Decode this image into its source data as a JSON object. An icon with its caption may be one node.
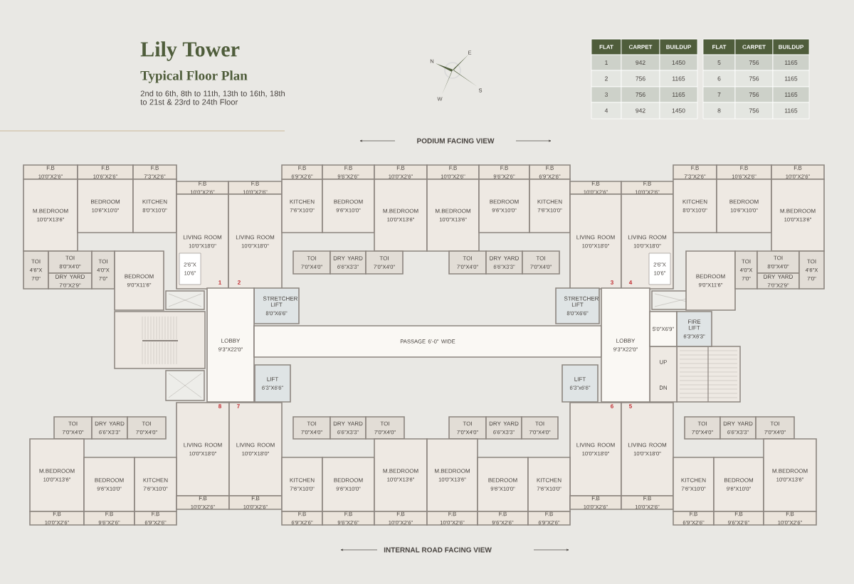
{
  "diagram": {
    "title": "Lily Tower",
    "nodes": [
      {
        "text": [
          "F.B",
          "10'0\"X2'6\""
        ]
      },
      {
        "text": [
          "F.B",
          "10'6\"X2'6\""
        ]
      },
      {
        "text": [
          "F.B",
          "7'3\"X2'6\""
        ]
      },
      {
        "text": [
          "M.BEDROOM",
          "10'0\"X13'6\""
        ]
      },
      {
        "text": [
          "BEDROOM",
          "10'6\"X10'0\""
        ]
      },
      {
        "text": [
          "KITCHEN",
          "8'0\"X10'0\""
        ]
      },
      {
        "text": [
          "F.B",
          "10'0\"X2'6\""
        ]
      },
      {
        "text": [
          "LIVING ROOM",
          "10'0\"X18'0\""
        ]
      },
      {
        "text": [
          "2'6\"X 10'6\""
        ],
        "in": 7
      },
      {
        "text": [
          "TOI",
          "4'6\"X 7'0\""
        ]
      },
      {
        "text": [
          "TOI",
          "8'0\"X4'0\""
        ]
      },
      {
        "text": [
          "DRY YARD",
          "7'0\"X2'9\""
        ]
      },
      {
        "text": [
          "TOI",
          "4'0\"X 7'0\""
        ]
      },
      {
        "text": [
          "BEDROOM",
          "9'0\"X11'6\""
        ]
      },
      {
        "text": [
          "F.B",
          "10'0\"X2'6\""
        ]
      },
      {
        "text": [
          "LIVING ROOM",
          "10'0\"X18'0\""
        ]
      },
      {
        "text": [
          "KITCHEN",
          "7'6\"X10'0\""
        ]
      },
      {
        "text": [
          "F.B",
          "6'9\"X2'6\""
        ]
      },
      {
        "text": [
          "F.B",
          "9'6\"X2'6\""
        ]
      },
      {
        "text": [
          "F.B",
          "10'0\"X2'6\""
        ]
      },
      {
        "text": [
          "BEDROOM",
          "9'6\"X10'0\""
        ]
      },
      {
        "text": [
          "M.BEDROOM",
          "10'0\"X13'6\""
        ]
      },
      {
        "text": [
          "TOI",
          "7'0\"X4'0\""
        ]
      },
      {
        "text": [
          "DRY YARD",
          "6'6\"X3'3\""
        ]
      },
      {
        "text": [
          "TOI",
          "7'0\"X4'0\""
        ]
      },
      {
        "text": [
          "F.B",
          "10'0\"X2'6\""
        ]
      },
      {
        "text": [
          "F.B",
          "9'6\"X2'6\""
        ]
      },
      {
        "text": [
          "F.B",
          "6'9\"X2'6\""
        ]
      },
      {
        "text": [
          "M.BEDROOM",
          "10'0\"X13'6\""
        ]
      },
      {
        "text": [
          "BEDROOM",
          "9'6\"X10'0\""
        ]
      },
      {
        "text": [
          "KITCHEN",
          "7'6\"X10'0\""
        ]
      },
      {
        "text": [
          "F.B",
          "10'0\"X2'6\""
        ]
      },
      {
        "text": [
          "LIVING ROOM",
          "10'0\"X18'0\""
        ]
      },
      {
        "text": [
          "TOI",
          "7'0\"X4'0\""
        ]
      },
      {
        "text": [
          "DRY YARD",
          "6'6\"X3'3\""
        ]
      },
      {
        "text": [
          "TOI",
          "7'0\"X4'0\""
        ]
      },
      {
        "text": [
          "F.B",
          "10'0\"X2'6\""
        ]
      },
      {
        "text": [
          "LIVING ROOM",
          "10'0\"X18'0\""
        ]
      },
      {
        "text": [
          "2'6\"X 10'6\""
        ],
        "in": 37
      },
      {
        "text": [
          "F.B",
          "7'3\"X2'6\""
        ]
      },
      {
        "text": [
          "F.B",
          "10'6\"X2'6\""
        ]
      },
      {
        "text": [
          "F.B",
          "10'0\"X2'6\""
        ]
      },
      {
        "text": [
          "KITCHEN",
          "8'0\"X10'0\""
        ]
      },
      {
        "text": [
          "BEDROOM",
          "10'6\"X10'0\""
        ]
      },
      {
        "text": [
          "M.BEDROOM",
          "10'0\"X13'6\""
        ]
      },
      {
        "text": [
          "BEDROOM",
          "9'0\"X11'6\""
        ]
      },
      {
        "text": [
          "TOI",
          "4'0\"X 7'0\""
        ]
      },
      {
        "text": [
          "TOI",
          "8'0\"X4'0\""
        ]
      },
      {
        "text": [
          "DRY YARD",
          "7'0\"X2'9\""
        ]
      },
      {
        "text": [
          "TOI",
          "4'6\"X 7'0\""
        ]
      },
      {
        "text": [
          "STRETCHER LIFT",
          "8'0\"X6'6\""
        ]
      },
      {
        "text": [
          "STRETCHER LIFT",
          "8'0\"X6'6\""
        ]
      },
      {
        "text": [
          "LOBBY",
          "9'3\"X22'0\""
        ]
      },
      {
        "text": [
          "PASSAGE 6'-0\" WIDE"
        ]
      },
      {
        "text": [
          "LOBBY",
          "9'3\"X22'0\""
        ]
      },
      {
        "text": [
          "5'0\"X6'9\""
        ]
      },
      {
        "text": [
          "FIRE LIFT",
          "6'3\"X6'3\""
        ]
      },
      {
        "text": [
          "LIFT",
          "6'3\"X6'6\""
        ]
      },
      {
        "text": [
          "LIFT",
          "6'3\"x6'6\""
        ]
      },
      {
        "text": [
          "TOI",
          "7'0\"X4'0\""
        ]
      },
      {
        "text": [
          "DRY YARD",
          "6'6\"X3'3\""
        ]
      },
      {
        "text": [
          "TOI",
          "7'0\"X4'0\""
        ]
      },
      {
        "text": [
          "LIVING ROOM",
          "10'0\"X18'0\""
        ]
      },
      {
        "text": [
          "M.BEDROOM",
          "10'0\"X13'6\""
        ]
      },
      {
        "text": [
          "BEDROOM",
          "9'6\"X10'0\""
        ]
      },
      {
        "text": [
          "KITCHEN",
          "7'6\"X10'0\""
        ]
      },
      {
        "text": [
          "F.B",
          "10'0\"X2'6\""
        ]
      },
      {
        "text": [
          "F.B",
          "10'0\"X2'6\""
        ]
      },
      {
        "text": [
          "F.B",
          "9'6\"X2'6\""
        ]
      },
      {
        "text": [
          "F.B",
          "6'9\"X2'6\""
        ]
      },
      {
        "text": [
          "LIVING ROOM",
          "10'0\"X18'0\""
        ]
      },
      {
        "text": [
          "TOI",
          "7'0\"X4'0\""
        ]
      },
      {
        "text": [
          "DRY YARD",
          "6'6\"X3'3\""
        ]
      },
      {
        "text": [
          "TOI",
          "7'0\"X4'0\""
        ]
      },
      {
        "text": [
          "F.B",
          "10'0\"X2'6\""
        ]
      },
      {
        "text": [
          "KITCHEN",
          "7'6\"X10'0\""
        ]
      },
      {
        "text": [
          "BEDROOM",
          "9'6\"X10'0\""
        ]
      },
      {
        "text": [
          "M.BEDROOM",
          "10'0\"X13'6\""
        ]
      },
      {
        "text": [
          "F.B",
          "6'9\"X2'6\""
        ]
      },
      {
        "text": [
          "F.B",
          "9'6\"X2'6\""
        ]
      },
      {
        "text": [
          "F.B",
          "10'0\"X2'6\""
        ]
      },
      {
        "text": [
          "TOI",
          "7'0\"X4'0\""
        ]
      },
      {
        "text": [
          "DRY YARD",
          "6'6\"X3'3\""
        ]
      },
      {
        "text": [
          "TOI",
          "7'0\"X4'0\""
        ]
      },
      {
        "text": [
          "LIVING ROOM",
          "10'0\"X18'0\""
        ]
      },
      {
        "text": [
          "M.BEDROOM",
          "10'0\"X13'6\""
        ]
      },
      {
        "text": [
          "BEDROOM",
          "9'6\"X10'0\""
        ]
      },
      {
        "text": [
          "KITCHEN",
          "7'6\"X10'0\""
        ]
      },
      {
        "text": [
          "F.B",
          "10'0\"X2'6\""
        ]
      },
      {
        "text": [
          "F.B",
          "10'0\"X2'6\""
        ]
      },
      {
        "text": [
          "F.B",
          "9'6\"X2'6\""
        ]
      },
      {
        "text": [
          "F.B",
          "6'9\"X2'6\""
        ]
      },
      {
        "text": [
          "LIVING ROOM",
          "10'0\"X18'0\""
        ]
      },
      {
        "text": [
          "TOI",
          "7'0\"X4'0\""
        ]
      },
      {
        "text": [
          "DRY YARD",
          "6'6\"X3'3\""
        ]
      },
      {
        "text": [
          "TOI",
          "7'0\"X4'0\""
        ]
      },
      {
        "text": [
          "F.B",
          "10'0\"X2'6\""
        ]
      },
      {
        "text": [
          "KITCHEN",
          "7'6\"X10'0\""
        ]
      },
      {
        "text": [
          "BEDROOM",
          "9'6\"X10'0\""
        ]
      },
      {
        "text": [
          "M.BEDROOM",
          "10'0\"X13'6\""
        ]
      },
      {
        "text": [
          "F.B",
          "6'9\"X2'6\""
        ]
      },
      {
        "text": [
          "F.B",
          "9'6\"X2'6\""
        ]
      },
      {
        "text": [
          "F.B",
          "10'0\"X2'6\""
        ]
      }
    ],
    "labels": [
      "Typical Floor Plan",
      "2nd to 6th, 8th to 11th, 13th to 16th, 18th to 21st & 23rd to 24th Floor",
      "N",
      "E",
      "S",
      "W",
      "FLAT",
      "CARPET",
      "BUILDUP",
      "1",
      "942",
      "1450",
      "2",
      "756",
      "1165",
      "3",
      "756",
      "1165",
      "4",
      "942",
      "1450",
      "FLAT",
      "CARPET",
      "BUILDUP",
      "5",
      "756",
      "1165",
      "6",
      "756",
      "1165",
      "7",
      "756",
      "1165",
      "8",
      "756",
      "1165",
      "PODIUM FACING VIEW",
      "1",
      "2",
      "3",
      "4",
      "UP",
      "DN",
      "8",
      "7",
      "6",
      "5",
      "INTERNAL ROAD FACING VIEW"
    ]
  }
}
